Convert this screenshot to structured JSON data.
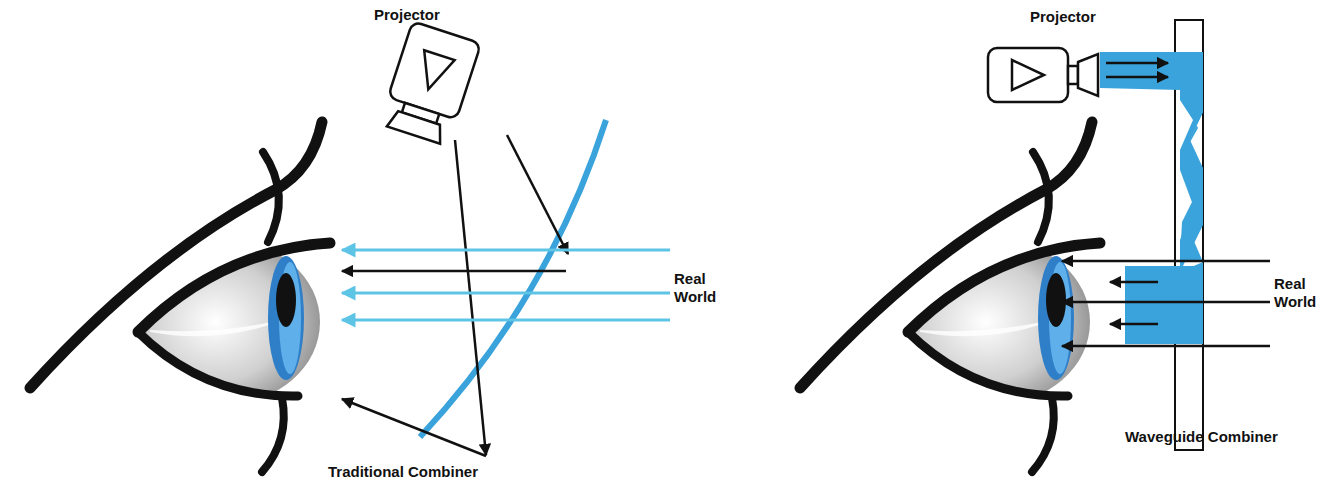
{
  "diagram": {
    "labels": [
      "Projector",
      "Real World",
      "Traditional Combiner",
      "Projector",
      "Real World",
      "Waveguide Combiner"
    ]
  }
}
